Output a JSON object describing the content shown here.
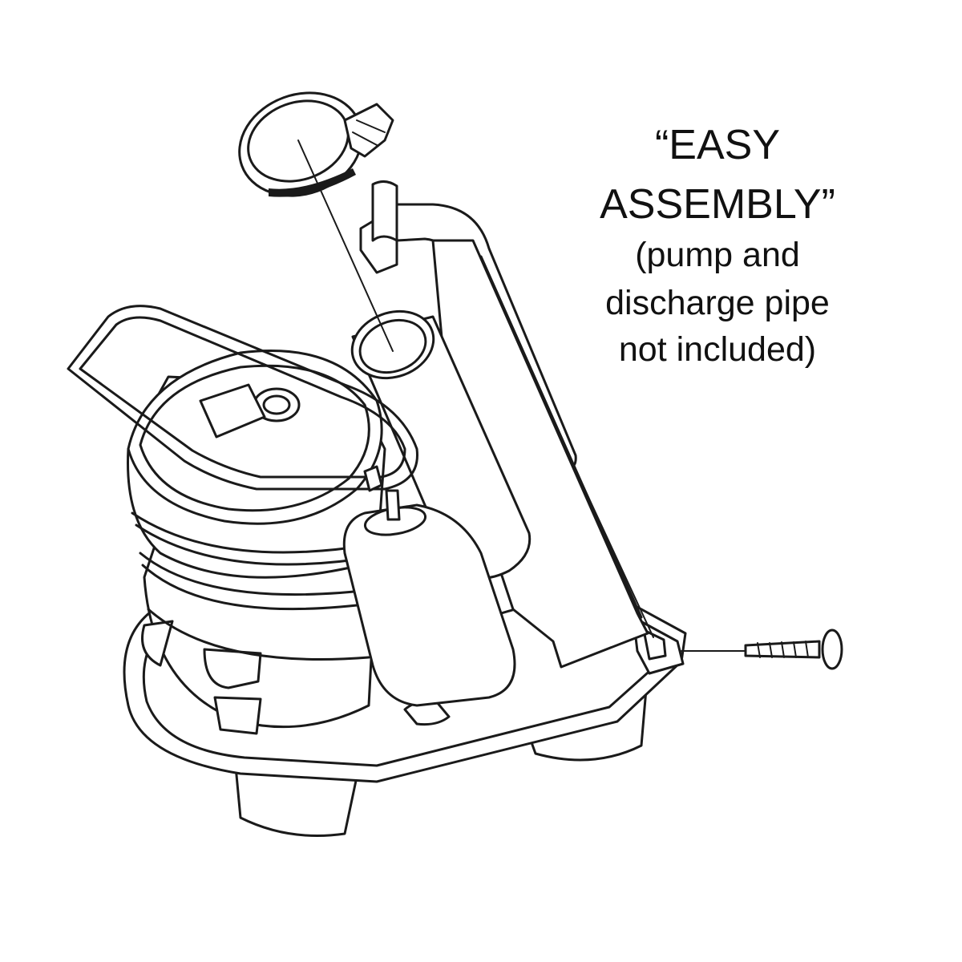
{
  "caption": {
    "headline_line1": "“EASY",
    "headline_line2": "ASSEMBLY”",
    "note_line1": "(pump and",
    "note_line2": "discharge pipe",
    "note_line3": "not included)"
  },
  "colors": {
    "line": "#1a1a1a",
    "background": "#ffffff"
  },
  "icons": [
    "hose-clamp-icon",
    "screw-icon"
  ]
}
